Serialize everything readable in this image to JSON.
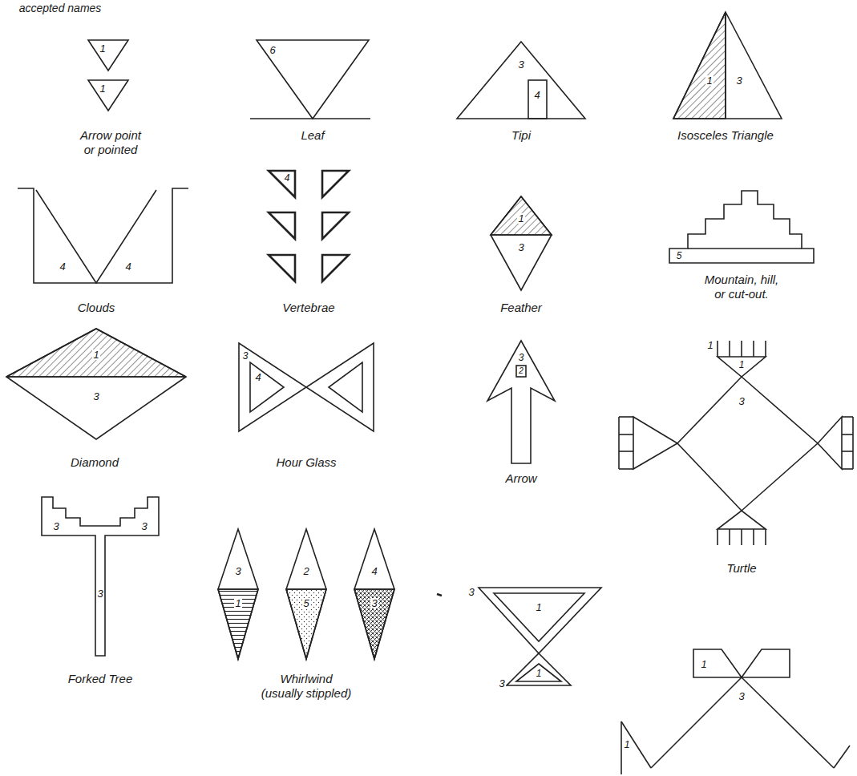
{
  "diagram": {
    "labels": [
      "accepted names",
      "1",
      "1",
      "6",
      "3",
      "4",
      "1",
      "3",
      "Arrow point or pointed",
      "Leaf",
      "Tipi",
      "Isosceles Triangle",
      "4",
      "4",
      "4",
      "1",
      "3",
      "5",
      "Clouds",
      "Vertebrae",
      "Feather",
      "Mountain, hill, or cut-out.",
      "1",
      "3",
      "3",
      "4",
      "3",
      "2",
      "1",
      "1",
      "3",
      "Diamond",
      "Hour Glass",
      "Arrow",
      "Turtle",
      "3",
      "3",
      "3",
      "3",
      "1",
      "2",
      "5",
      "4",
      "3",
      "3",
      "1",
      "1",
      "3",
      "Forked Tree",
      "Whirlwind (usually stippled)",
      "1",
      "3",
      "1"
    ]
  }
}
